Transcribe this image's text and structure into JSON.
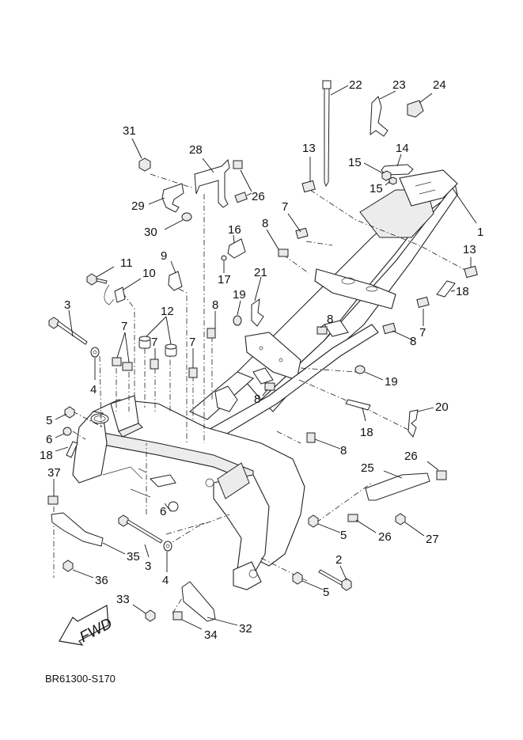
{
  "diagram": {
    "title": "Frame exploded parts diagram",
    "drawing_code": "BR61300-S170",
    "direction_arrow_label": "FWD",
    "callouts": [
      {
        "id": "c1",
        "label": "1",
        "part": "frame"
      },
      {
        "id": "c2",
        "label": "2",
        "part": "bolt"
      },
      {
        "id": "c3a",
        "label": "3",
        "part": "bolt"
      },
      {
        "id": "c3b",
        "label": "3",
        "part": "bolt"
      },
      {
        "id": "c4a",
        "label": "4",
        "part": "washer"
      },
      {
        "id": "c4b",
        "label": "4",
        "part": "washer"
      },
      {
        "id": "c5a",
        "label": "5",
        "part": "nut"
      },
      {
        "id": "c5b",
        "label": "5",
        "part": "nut"
      },
      {
        "id": "c5c",
        "label": "5",
        "part": "nut"
      },
      {
        "id": "c6a",
        "label": "6",
        "part": "cap"
      },
      {
        "id": "c6b",
        "label": "6",
        "part": "cap"
      },
      {
        "id": "c7a",
        "label": "7",
        "part": "nut"
      },
      {
        "id": "c7b",
        "label": "7",
        "part": "nut"
      },
      {
        "id": "c7c",
        "label": "7",
        "part": "nut"
      },
      {
        "id": "c7d",
        "label": "7",
        "part": "nut"
      },
      {
        "id": "c7e",
        "label": "7",
        "part": "nut"
      },
      {
        "id": "c8a",
        "label": "8",
        "part": "nut"
      },
      {
        "id": "c8b",
        "label": "8",
        "part": "nut"
      },
      {
        "id": "c8c",
        "label": "8",
        "part": "nut"
      },
      {
        "id": "c8d",
        "label": "8",
        "part": "nut"
      },
      {
        "id": "c8e",
        "label": "8",
        "part": "nut"
      },
      {
        "id": "c8f",
        "label": "8",
        "part": "nut"
      },
      {
        "id": "c9",
        "label": "9",
        "part": "clamp"
      },
      {
        "id": "c10",
        "label": "10",
        "part": "holder"
      },
      {
        "id": "c11",
        "label": "11",
        "part": "bolt"
      },
      {
        "id": "c12",
        "label": "12",
        "part": "collar"
      },
      {
        "id": "c13a",
        "label": "13",
        "part": "nut"
      },
      {
        "id": "c13b",
        "label": "13",
        "part": "nut"
      },
      {
        "id": "c14",
        "label": "14",
        "part": "plate"
      },
      {
        "id": "c15a",
        "label": "15",
        "part": "nut"
      },
      {
        "id": "c15b",
        "label": "15",
        "part": "nut"
      },
      {
        "id": "c16",
        "label": "16",
        "part": "stay"
      },
      {
        "id": "c17",
        "label": "17",
        "part": "screw"
      },
      {
        "id": "c18a",
        "label": "18",
        "part": "damper"
      },
      {
        "id": "c18b",
        "label": "18",
        "part": "damper"
      },
      {
        "id": "c18c",
        "label": "18",
        "part": "damper"
      },
      {
        "id": "c19a",
        "label": "19",
        "part": "nut"
      },
      {
        "id": "c19b",
        "label": "19",
        "part": "nut"
      },
      {
        "id": "c20",
        "label": "20",
        "part": "clamp"
      },
      {
        "id": "c21",
        "label": "21",
        "part": "clamp"
      },
      {
        "id": "c22",
        "label": "22",
        "part": "band"
      },
      {
        "id": "c23",
        "label": "23",
        "part": "clip"
      },
      {
        "id": "c24",
        "label": "24",
        "part": "clip"
      },
      {
        "id": "c25",
        "label": "25",
        "part": "bracket"
      },
      {
        "id": "c26a",
        "label": "26",
        "part": "nut"
      },
      {
        "id": "c26b",
        "label": "26",
        "part": "nut"
      },
      {
        "id": "c26c",
        "label": "26",
        "part": "nut"
      },
      {
        "id": "c27",
        "label": "27",
        "part": "bolt"
      },
      {
        "id": "c28",
        "label": "28",
        "part": "bracket"
      },
      {
        "id": "c29",
        "label": "29",
        "part": "holder"
      },
      {
        "id": "c30",
        "label": "30",
        "part": "grommet"
      },
      {
        "id": "c31",
        "label": "31",
        "part": "nut"
      },
      {
        "id": "c32",
        "label": "32",
        "part": "cover"
      },
      {
        "id": "c33",
        "label": "33",
        "part": "bolt"
      },
      {
        "id": "c34",
        "label": "34",
        "part": "nut"
      },
      {
        "id": "c35",
        "label": "35",
        "part": "bracket"
      },
      {
        "id": "c36",
        "label": "36",
        "part": "bolt"
      },
      {
        "id": "c37",
        "label": "37",
        "part": "nut"
      }
    ]
  }
}
